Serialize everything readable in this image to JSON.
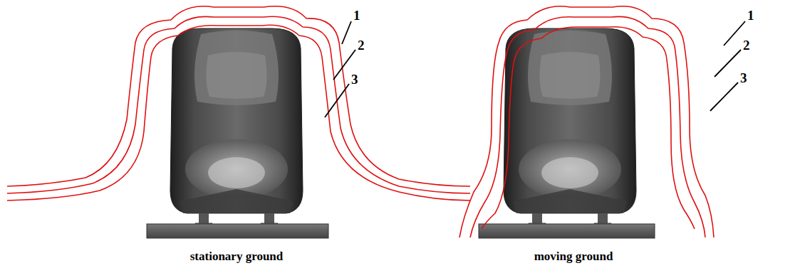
{
  "diagram": {
    "labels": [
      "1",
      "2",
      "3",
      "stationary ground",
      "1",
      "2",
      "3",
      "moving ground"
    ]
  }
}
